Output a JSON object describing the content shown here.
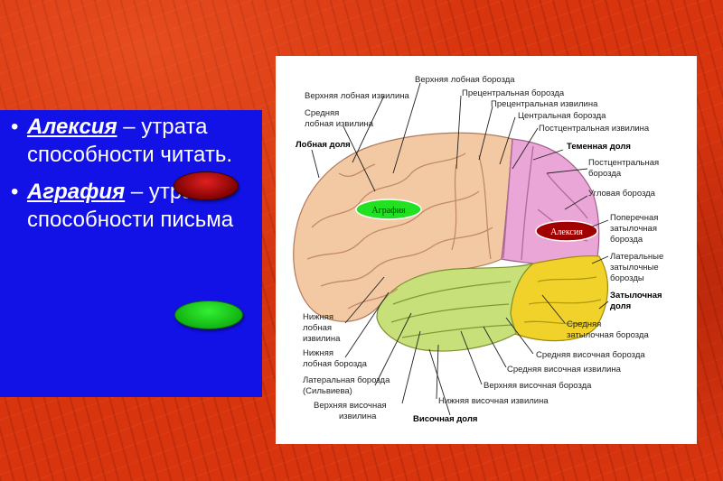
{
  "slide": {
    "bullets": [
      {
        "term": "Алексия",
        "rest": " – утрата способности читать."
      },
      {
        "term": "Аграфия",
        "rest": " – утрата способности письма"
      }
    ]
  },
  "diagram": {
    "tags": {
      "agraphia": "Аграфия",
      "alexia": "Алексия"
    },
    "labels": {
      "sup_frontal_sulcus": "Верхняя лобная борозда",
      "sup_frontal_gyrus": "Верхняя лобная извилина",
      "precentral_sulcus": "Прецентральная борозда",
      "mid_frontal_l1": "Средняя",
      "mid_frontal_l2": "лобная извилина",
      "precentral_gyrus": "Прецентральная извилина",
      "central_sulcus": "Центральная борозда",
      "frontal_lobe": "Лобная доля",
      "postcentral_gyrus": "Постцентральная извилина",
      "parietal_lobe": "Теменная доля",
      "postcentral_sulcus_l1": "Постцентральная",
      "postcentral_sulcus_l2": "борозда",
      "angular_sulcus": "Угловая борозда",
      "transverse_l1": "Поперечная",
      "transverse_l2": "затылочная",
      "transverse_l3": "борозда",
      "lateral_occ_l1": "Латеральные",
      "lateral_occ_l2": "затылочные",
      "lateral_occ_l3": "борозды",
      "occipital_l1": "Затылочная",
      "occipital_l2": "доля",
      "inf_frontal_gyrus_l1": "Нижняя",
      "inf_frontal_gyrus_l2": "лобная",
      "inf_frontal_gyrus_l3": "извилина",
      "inf_frontal_sulcus_l1": "Нижняя",
      "inf_frontal_sulcus_l2": "лобная борозда",
      "mid_occ_l1": "Средняя",
      "mid_occ_l2": "затылочная борозда",
      "mid_temporal_sulcus": "Средняя височная борозда",
      "lateral_sulcus_l1": "Латеральная борозда",
      "lateral_sulcus_l2": "(Сильвиева)",
      "mid_temporal_gyrus": "Средняя височная извилина",
      "sup_temporal_sulcus": "Верхняя височная борозда",
      "sup_temporal_gyrus_l1": "Верхняя височная",
      "sup_temporal_gyrus_l2": "извилина",
      "inf_temporal_gyrus": "Нижняя височная извилина",
      "temporal_lobe": "Височная доля"
    }
  },
  "colors": {
    "panel": "#1212e6",
    "frontal": "#f3c9a4",
    "parietal": "#e9a6d6",
    "occipital": "#f0d22a",
    "temporal": "#c8e07a",
    "agraphia_tag": "#22e022",
    "alexia_tag": "#a00000"
  }
}
